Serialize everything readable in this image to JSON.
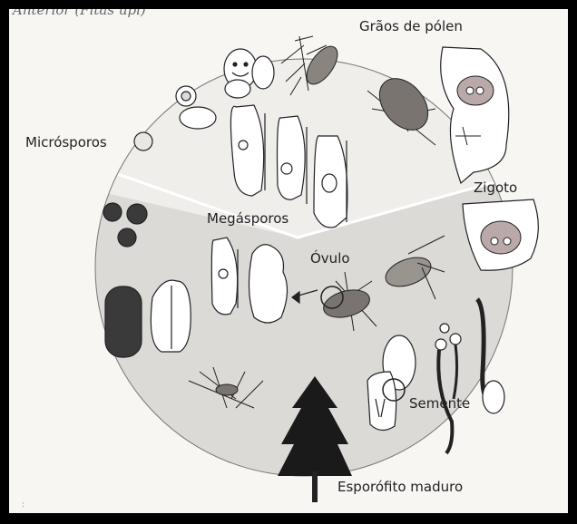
{
  "caption_top": "Anterior (Fitas upi)",
  "labels": {
    "pollen": "Grãos de pólen",
    "microspores": "Micrósporos",
    "zygote": "Zigoto",
    "megaspores": "Megásporos",
    "ovule": "Óvulo",
    "seed": "Semente",
    "sporophyte": "Esporófito maduro"
  },
  "corner_mark": ":",
  "colors": {
    "frame": "#000000",
    "background": "#f7f6f3",
    "upper_sector": "#efeeeb",
    "lower_sector": "#dcdad6",
    "ink": "#222222",
    "dark_fill": "#3a3a3a",
    "cone_fill": "#7a7470",
    "seed_tint": "#b9a9a9"
  }
}
